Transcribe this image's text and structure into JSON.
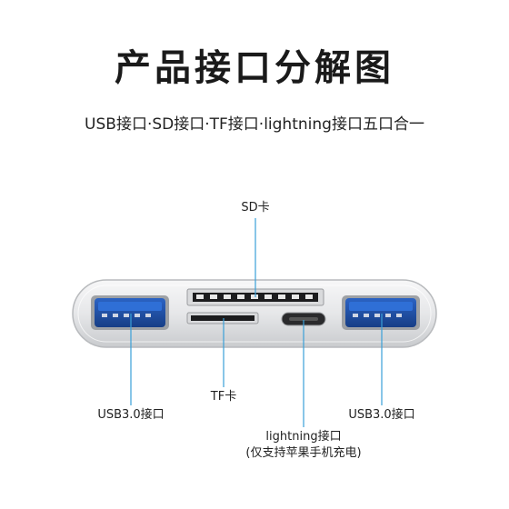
{
  "header": {
    "title": "产品接口分解图",
    "subtitle": "USB接口·SD接口·TF接口·lightning接口五口合一"
  },
  "labels": {
    "sd": "SD卡",
    "tf": "TF卡",
    "usb_left": "USB3.0接口",
    "usb_right": "USB3.0接口",
    "lightning_line1": "lightning接口",
    "lightning_line2": "(仅支持苹果手机充电)"
  },
  "colors": {
    "pointer_line": "#3aa0d8",
    "usb_blue": "#1e4fa3",
    "body_silver": "#e9eaec"
  }
}
